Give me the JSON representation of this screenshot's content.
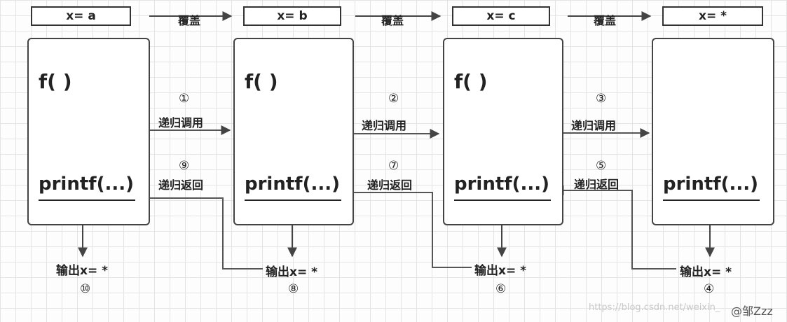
{
  "variables": [
    "x= a",
    "x= b",
    "x= c",
    "x= *"
  ],
  "overwrite_label": "覆盖",
  "frames": [
    {
      "func": "f( )",
      "print": "printf(...)"
    },
    {
      "func": "f( )",
      "print": "printf(...)"
    },
    {
      "func": "f( )",
      "print": "printf(...)"
    },
    {
      "func": "",
      "print": "printf(...)"
    }
  ],
  "calls": [
    {
      "num": "①",
      "label": "递归调用"
    },
    {
      "num": "②",
      "label": "递归调用"
    },
    {
      "num": "③",
      "label": "递归调用"
    }
  ],
  "returns": [
    {
      "num": "⑨",
      "label": "递归返回"
    },
    {
      "num": "⑦",
      "label": "递归返回"
    },
    {
      "num": "⑤",
      "label": "递归返回"
    }
  ],
  "outputs": [
    {
      "text": "输出x= *",
      "num": "⑩"
    },
    {
      "text": "输出x= *",
      "num": "⑧"
    },
    {
      "text": "输出x= *",
      "num": "⑥"
    },
    {
      "text": "输出x= *",
      "num": "④"
    }
  ],
  "watermark": "https://blog.csdn.net/weixin_",
  "author": "@邹Zzz"
}
